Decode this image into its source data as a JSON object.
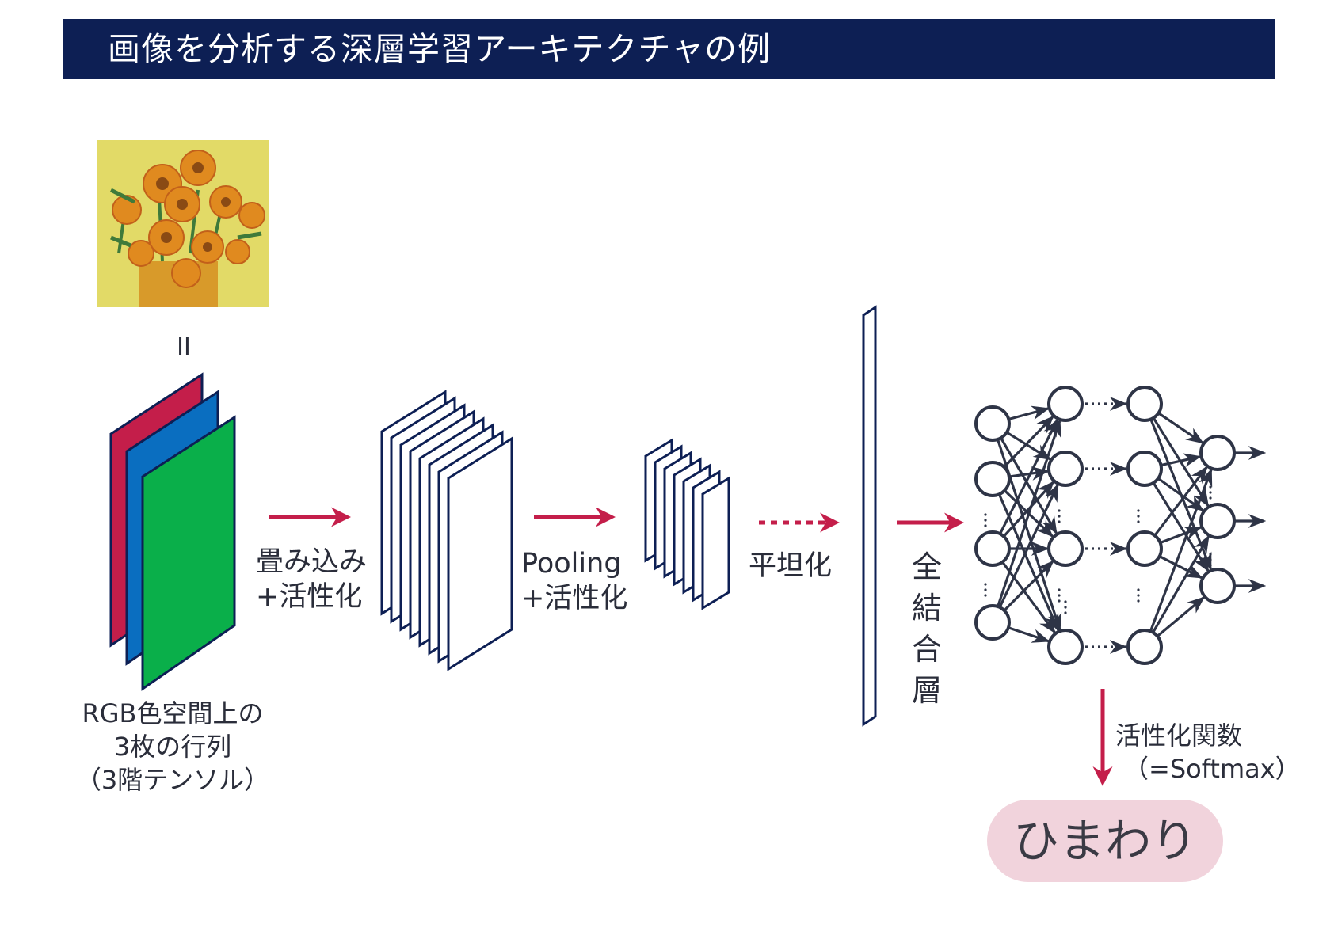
{
  "title": "画像を分析する深層学習アーキテクチャの例",
  "equals_mark": "II",
  "labels": {
    "input_line1": "RGB色空間上の",
    "input_line2": "3枚の行列",
    "input_line3": "（3階テンソル）",
    "conv_line1": "畳み込み",
    "conv_line2": "+活性化",
    "pool_line1": "Pooling",
    "pool_line2": "+活性化",
    "flatten": "平坦化",
    "fc": [
      "全",
      "結",
      "合",
      "層"
    ],
    "activation_line1": "活性化関数",
    "activation_line2": "（=Softmax）"
  },
  "result": "ひまわり",
  "colors": {
    "header_bg": "#0d1f54",
    "navy": "#0d1f54",
    "arrow": "#c41e4a",
    "red_channel": "#c41e4a",
    "blue_channel": "#0a6ec0",
    "green_channel": "#0aaf4a",
    "node_stroke": "#2e3446",
    "result_bg": "#f1d3dc"
  },
  "icons": {
    "input_image": "sunflower-painting-icon"
  }
}
